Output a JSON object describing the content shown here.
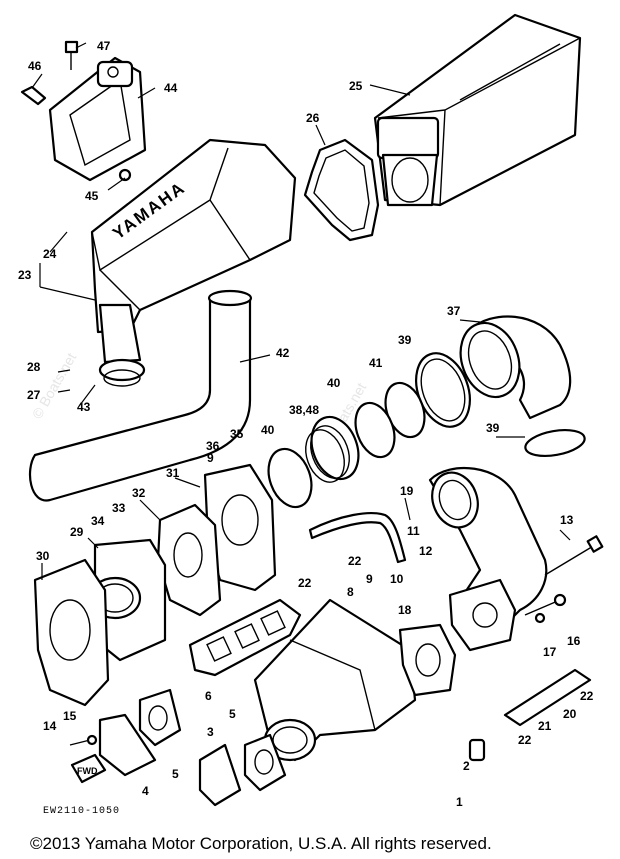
{
  "callouts": {
    "p1": "1",
    "p2": "2",
    "p3": "3",
    "p4": "4",
    "p5a": "5",
    "p5b": "5",
    "p6": "6",
    "p8": "8",
    "p9a": "9",
    "p9b": "9",
    "p10": "10",
    "p11": "11",
    "p12": "12",
    "p13": "13",
    "p14": "14",
    "p15": "15",
    "p16": "16",
    "p17": "17",
    "p18": "18",
    "p19": "19",
    "p20": "20",
    "p21": "21",
    "p22a": "22",
    "p22b": "22",
    "p22c": "22",
    "p22d": "22",
    "p23": "23",
    "p24": "24",
    "p25": "25",
    "p26": "26",
    "p27": "27",
    "p28": "28",
    "p29": "29",
    "p30": "30",
    "p31": "31",
    "p32": "32",
    "p33": "33",
    "p34": "34",
    "p35": "35",
    "p36": "36",
    "p37": "37",
    "p38": "38,48",
    "p39a": "39",
    "p39b": "39",
    "p40a": "40",
    "p40b": "40",
    "p41": "41",
    "p42": "42",
    "p43": "43",
    "p44": "44",
    "p45": "45",
    "p46": "46",
    "p47": "47"
  },
  "embossed_text": "YAMAHA",
  "fwd_label": "FWD",
  "drawing_code": "EW2110-1050",
  "copyright": "©2013 Yamaha Motor Corporation, U.S.A. All rights reserved.",
  "watermark": "© Boats.net"
}
